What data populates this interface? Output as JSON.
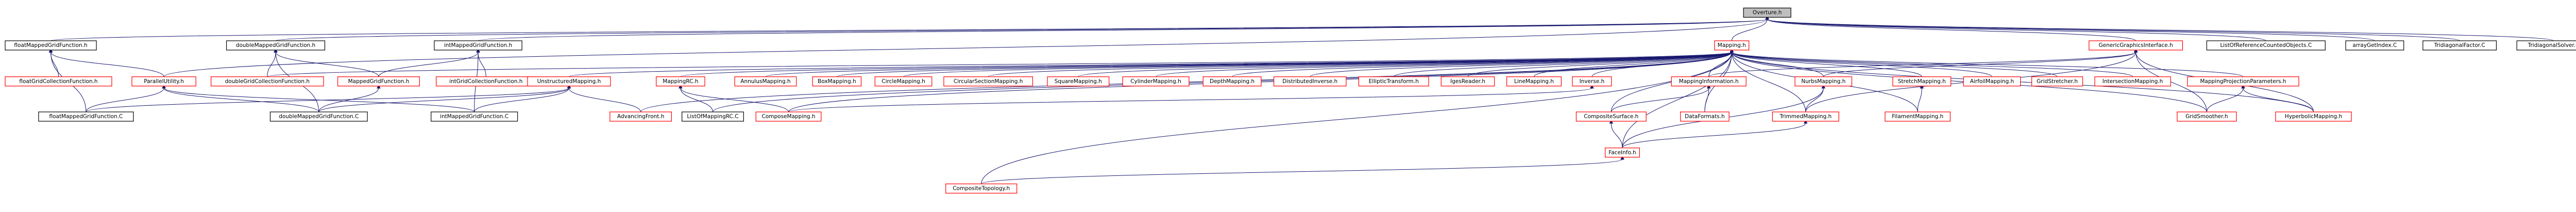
{
  "diagram": {
    "nodes": [
      {
        "id": "overture",
        "label": "Overture.h",
        "kind": "root"
      },
      {
        "id": "floatMGF",
        "label": "floatMappedGridFunction.h",
        "kind": "black"
      },
      {
        "id": "doubleMGF",
        "label": "doubleMappedGridFunction.h",
        "kind": "black"
      },
      {
        "id": "intMGF",
        "label": "intMappedGridFunction.h",
        "kind": "black"
      },
      {
        "id": "mapping",
        "label": "Mapping.h",
        "kind": "red"
      },
      {
        "id": "genericGI",
        "label": "GenericGraphicsInterface.h",
        "kind": "red"
      },
      {
        "id": "listRC",
        "label": "ListOfReferenceCountedObjects.C",
        "kind": "black"
      },
      {
        "id": "arrayGI",
        "label": "arrayGetIndex.C",
        "kind": "black"
      },
      {
        "id": "triLUF",
        "label": "TridiagonalFactor.C",
        "kind": "black"
      },
      {
        "id": "triS",
        "label": "TridiagonalSolver.C",
        "kind": "black"
      },
      {
        "id": "floatGCF",
        "label": "floatGridCollectionFunction.h",
        "kind": "red"
      },
      {
        "id": "parallelUtil",
        "label": "ParallelUtility.h",
        "kind": "red"
      },
      {
        "id": "doubleGCF",
        "label": "doubleGridCollectionFunction.h",
        "kind": "red"
      },
      {
        "id": "mappedGF",
        "label": "MappedGridFunction.h",
        "kind": "red"
      },
      {
        "id": "intGCF",
        "label": "intGridCollectionFunction.h",
        "kind": "red"
      },
      {
        "id": "unstructured",
        "label": "UnstructuredMapping.h",
        "kind": "red"
      },
      {
        "id": "mappingRC",
        "label": "MappingRC.h",
        "kind": "red"
      },
      {
        "id": "annulus",
        "label": "AnnulusMapping.h",
        "kind": "red"
      },
      {
        "id": "box",
        "label": "BoxMapping.h",
        "kind": "red"
      },
      {
        "id": "circle",
        "label": "CircleMapping.h",
        "kind": "red"
      },
      {
        "id": "circSection",
        "label": "CircularSectionMapping.h",
        "kind": "red"
      },
      {
        "id": "square",
        "label": "SquareMapping.h",
        "kind": "red"
      },
      {
        "id": "cylinder",
        "label": "CylinderMapping.h",
        "kind": "red"
      },
      {
        "id": "depth",
        "label": "DepthMapping.h",
        "kind": "red"
      },
      {
        "id": "distInv",
        "label": "DistributedInverse.h",
        "kind": "red"
      },
      {
        "id": "ellipticT",
        "label": "EllipticTransform.h",
        "kind": "red"
      },
      {
        "id": "igesReader",
        "label": "IgesReader.h",
        "kind": "red"
      },
      {
        "id": "lineMapping",
        "label": "LineMapping.h",
        "kind": "red"
      },
      {
        "id": "inverse",
        "label": "Inverse.h",
        "kind": "red"
      },
      {
        "id": "mappingInfo",
        "label": "MappingInformation.h",
        "kind": "red"
      },
      {
        "id": "nurbs",
        "label": "NurbsMapping.h",
        "kind": "red"
      },
      {
        "id": "stretch",
        "label": "StretchMapping.h",
        "kind": "red"
      },
      {
        "id": "airfoil",
        "label": "AirfoilMapping.h",
        "kind": "red"
      },
      {
        "id": "gridStretcher",
        "label": "GridStretcher.h",
        "kind": "red"
      },
      {
        "id": "intersection",
        "label": "IntersectionMapping.h",
        "kind": "red"
      },
      {
        "id": "mapProjParams",
        "label": "MappingProjectionParameters.h",
        "kind": "red"
      },
      {
        "id": "floatMGFC",
        "label": "floatMappedGridFunction.C",
        "kind": "black"
      },
      {
        "id": "doubleMGFC",
        "label": "doubleMappedGridFunction.C",
        "kind": "black"
      },
      {
        "id": "intMGFC",
        "label": "intMappedGridFunction.C",
        "kind": "black"
      },
      {
        "id": "advFront",
        "label": "AdvancingFront.h",
        "kind": "red"
      },
      {
        "id": "listMRC",
        "label": "ListOfMappingRC.C",
        "kind": "black"
      },
      {
        "id": "compose",
        "label": "ComposeMapping.h",
        "kind": "red"
      },
      {
        "id": "dataFormats",
        "label": "DataFormats.h",
        "kind": "red"
      },
      {
        "id": "trimmed",
        "label": "TrimmedMapping.h",
        "kind": "red"
      },
      {
        "id": "filament",
        "label": "FilamentMapping.h",
        "kind": "red"
      },
      {
        "id": "gridSmoother",
        "label": "GridSmoother.h",
        "kind": "red"
      },
      {
        "id": "hyperbolic",
        "label": "HyperbolicMapping.h",
        "kind": "red"
      },
      {
        "id": "compSurface",
        "label": "CompositeSurface.h",
        "kind": "red"
      },
      {
        "id": "faceInfo",
        "label": "FaceInfo.h",
        "kind": "red"
      },
      {
        "id": "compTopology",
        "label": "CompositeTopology.h",
        "kind": "red"
      }
    ],
    "edges": [
      [
        "floatMGF",
        "overture"
      ],
      [
        "doubleMGF",
        "overture"
      ],
      [
        "intMGF",
        "overture"
      ],
      [
        "mapping",
        "overture"
      ],
      [
        "genericGI",
        "overture"
      ],
      [
        "listRC",
        "overture"
      ],
      [
        "arrayGI",
        "overture"
      ],
      [
        "triLUF",
        "overture"
      ],
      [
        "triS",
        "overture"
      ],
      [
        "parallelUtil",
        "overture"
      ],
      [
        "floatGCF",
        "floatMGF"
      ],
      [
        "parallelUtil",
        "floatMGF"
      ],
      [
        "floatMGFC",
        "floatMGF"
      ],
      [
        "doubleGCF",
        "doubleMGF"
      ],
      [
        "mappedGF",
        "doubleMGF"
      ],
      [
        "doubleMGFC",
        "doubleMGF"
      ],
      [
        "intGCF",
        "intMGF"
      ],
      [
        "intMGFC",
        "intMGF"
      ],
      [
        "mappedGF",
        "intMGF"
      ],
      [
        "unstructured",
        "mapping"
      ],
      [
        "mappingRC",
        "mapping"
      ],
      [
        "annulus",
        "mapping"
      ],
      [
        "box",
        "mapping"
      ],
      [
        "circle",
        "mapping"
      ],
      [
        "circSection",
        "mapping"
      ],
      [
        "square",
        "mapping"
      ],
      [
        "cylinder",
        "mapping"
      ],
      [
        "depth",
        "mapping"
      ],
      [
        "distInv",
        "mapping"
      ],
      [
        "ellipticT",
        "mapping"
      ],
      [
        "igesReader",
        "mapping"
      ],
      [
        "lineMapping",
        "mapping"
      ],
      [
        "inverse",
        "mapping"
      ],
      [
        "mappingInfo",
        "mapping"
      ],
      [
        "nurbs",
        "mapping"
      ],
      [
        "stretch",
        "mapping"
      ],
      [
        "airfoil",
        "mapping"
      ],
      [
        "gridStretcher",
        "mapping"
      ],
      [
        "intersection",
        "mapping"
      ],
      [
        "mapProjParams",
        "mapping"
      ],
      [
        "advFront",
        "mapping"
      ],
      [
        "listMRC",
        "mapping"
      ],
      [
        "compose",
        "mapping"
      ],
      [
        "compSurface",
        "mapping"
      ],
      [
        "dataFormats",
        "mapping"
      ],
      [
        "trimmed",
        "mapping"
      ],
      [
        "filament",
        "mapping"
      ],
      [
        "gridSmoother",
        "mapping"
      ],
      [
        "hyperbolic",
        "mapping"
      ],
      [
        "faceInfo",
        "mapping"
      ],
      [
        "compTopology",
        "mapping"
      ],
      [
        "doubleGCF",
        "mapping"
      ],
      [
        "mappingInfo",
        "genericGI"
      ],
      [
        "nurbs",
        "genericGI"
      ],
      [
        "trimmed",
        "genericGI"
      ],
      [
        "hyperbolic",
        "genericGI"
      ],
      [
        "gridSmoother",
        "genericGI"
      ],
      [
        "floatMGFC",
        "parallelUtil"
      ],
      [
        "doubleMGFC",
        "parallelUtil"
      ],
      [
        "intMGFC",
        "parallelUtil"
      ],
      [
        "doubleMGFC",
        "mappedGF"
      ],
      [
        "floatMGFC",
        "unstructured"
      ],
      [
        "doubleMGFC",
        "unstructured"
      ],
      [
        "intMGFC",
        "unstructured"
      ],
      [
        "advFront",
        "unstructured"
      ],
      [
        "listMRC",
        "mappingRC"
      ],
      [
        "compose",
        "mappingRC"
      ],
      [
        "compose",
        "inverse"
      ],
      [
        "compSurface",
        "mappingInfo"
      ],
      [
        "dataFormats",
        "mappingInfo"
      ],
      [
        "trimmed",
        "nurbs"
      ],
      [
        "faceInfo",
        "nurbs"
      ],
      [
        "filament",
        "stretch"
      ],
      [
        "gridSmoother",
        "mapProjParams"
      ],
      [
        "hyperbolic",
        "mapProjParams"
      ],
      [
        "faceInfo",
        "compSurface"
      ],
      [
        "faceInfo",
        "trimmed"
      ],
      [
        "compTopology",
        "faceInfo"
      ]
    ]
  }
}
